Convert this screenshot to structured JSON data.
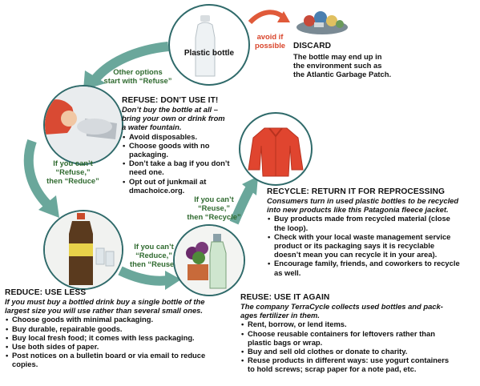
{
  "center": {
    "label": "Plastic bottle"
  },
  "discard": {
    "warning": [
      "avoid if",
      "possible"
    ],
    "title": "DISCARD",
    "text": [
      "The bottle may end up in",
      "the environment such as",
      "the Atlantic Garbage Patch."
    ]
  },
  "refuse_hint": [
    "Other options",
    "start with “Refuse”"
  ],
  "refuse": {
    "title": "REFUSE: DON’T USE IT!",
    "intro": [
      "Don’t buy the bottle at all –",
      "bring your own or drink from",
      "a water fountain."
    ],
    "items": [
      [
        "Avoid disposables."
      ],
      [
        "Choose goods with no",
        "packaging."
      ],
      [
        "Don’t take a bag if you don’t",
        "need one."
      ],
      [
        "Opt out of junkmail at",
        "dmachoice.org."
      ]
    ]
  },
  "transitions": {
    "refuse_to_reduce": [
      "If you can’t",
      "“Refuse,”",
      "then “Reduce”"
    ],
    "reduce_to_reuse": [
      "If you can’t",
      "“Reduce,”",
      "then “Reuse”"
    ],
    "reuse_to_recycle": [
      "If you can’t",
      "“Reuse,”",
      "then “Recycle”"
    ]
  },
  "recycle": {
    "title": "RECYCLE: RETURN IT FOR REPROCESSING",
    "intro": [
      "Consumers turn in used plastic bottles to be  recycled",
      "into new products like this Patagonia fleece jacket."
    ],
    "items": [
      [
        "Buy products made from recycled material (close",
        "the loop)."
      ],
      [
        "Check with your local waste management service",
        "product or its packaging says it is recyclable",
        "doesn’t mean you can recycle it in your area)."
      ],
      [
        "Encourage family, friends, and coworkers to recycle",
        "as well."
      ]
    ]
  },
  "reduce": {
    "title": "REDUCE: USE LESS",
    "intro": [
      "If you must buy a bottled drink buy a single bottle of the",
      "largest size you will use rather than several small ones."
    ],
    "items": [
      [
        "Choose goods with minimal packaging."
      ],
      [
        "Buy durable, repairable goods."
      ],
      [
        "Buy local fresh food; it comes with less packaging."
      ],
      [
        "Use both sides of paper."
      ],
      [
        "Post notices on a bulletin board or via email to reduce",
        "copies."
      ]
    ]
  },
  "reuse": {
    "title": "REUSE: USE IT AGAIN",
    "intro": [
      "The company TerraCycle collects used bottles and pack-",
      "ages fertilizer in them."
    ],
    "items": [
      [
        "Rent, borrow, or lend items."
      ],
      [
        "Choose reusable containers for leftovers rather than",
        "plastic bags or wrap."
      ],
      [
        "Buy and sell old clothes or donate to charity."
      ],
      [
        "Reuse products in different ways: use yogurt containers",
        "to hold screws; scrap paper for a note pad, etc."
      ]
    ]
  },
  "colors": {
    "arrow": "#6aa79b",
    "circle_border": "#2f6a6a",
    "discard_arrow": "#e05a3a",
    "hint_text": "#2f6a2f",
    "warning_text": "#d9452b",
    "jacket": "#e0452f"
  }
}
